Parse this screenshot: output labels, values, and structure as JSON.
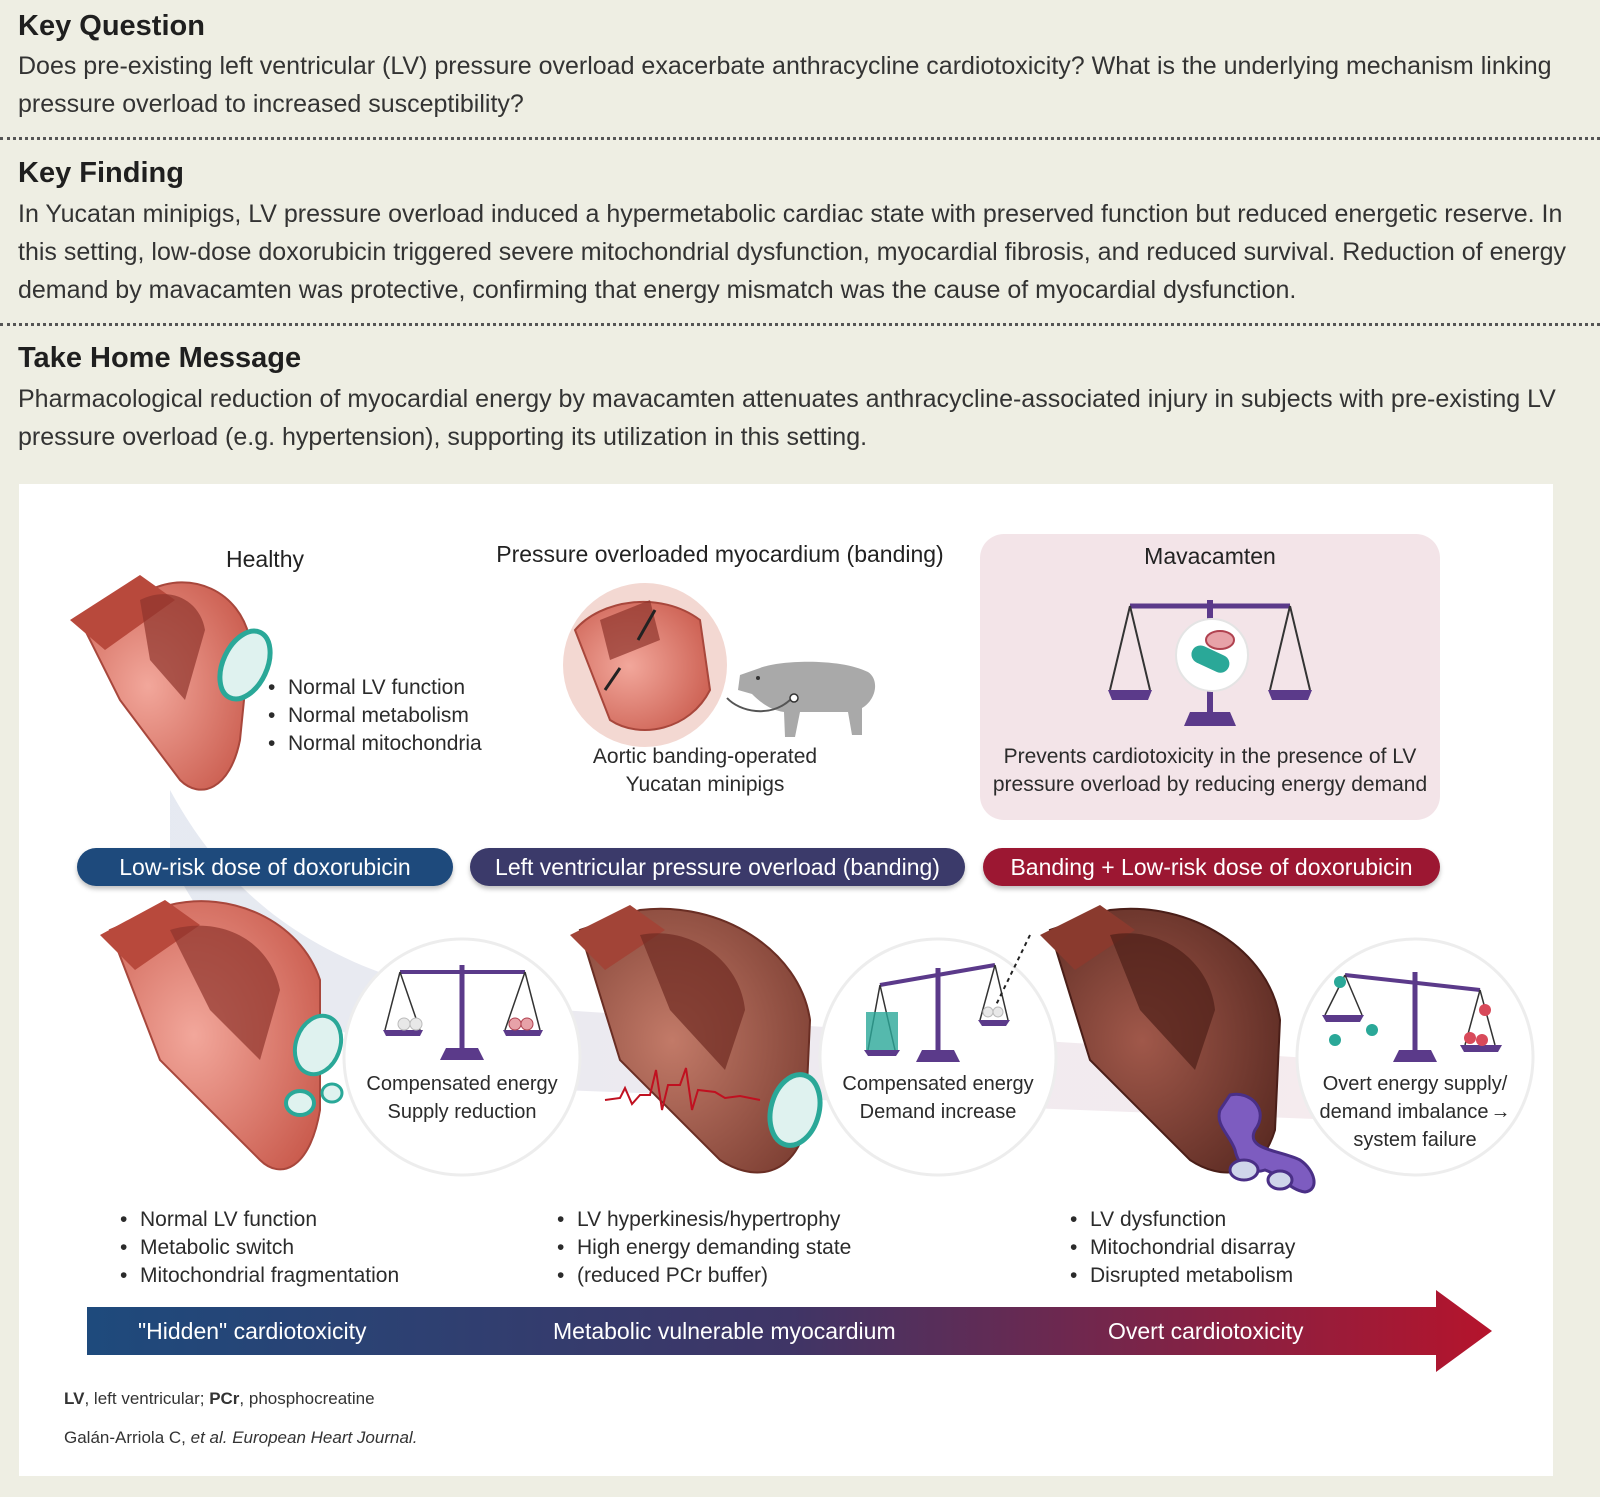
{
  "header": {
    "key_question": {
      "title": "Key Question",
      "text": "Does pre-existing left ventricular (LV) pressure overload exacerbate anthracycline cardiotoxicity? What is the underlying mechanism linking pressure overload to increased susceptibility?"
    },
    "key_finding": {
      "title": "Key Finding",
      "text": "In Yucatan minipigs, LV pressure overload induced a hypermetabolic cardiac state with preserved function but reduced energetic reserve. In this setting, low-dose doxorubicin triggered severe mitochondrial dysfunction, myocardial fibrosis, and reduced survival. Reduction of energy demand by mavacamten was protective, confirming that energy mismatch was the cause of myocardial dysfunction."
    },
    "take_home": {
      "title": "Take Home Message",
      "text": "Pharmacological reduction of myocardial energy by mavacamten attenuates anthracycline-associated injury in subjects with pre-existing LV pressure overload (e.g. hypertension), supporting its utilization in this setting."
    }
  },
  "diagram": {
    "healthy": {
      "title": "Healthy",
      "bullets": [
        "Normal LV function",
        "Normal metabolism",
        "Normal mitochondria"
      ]
    },
    "banding": {
      "title": "Pressure overloaded myocardium (banding)",
      "caption_line1": "Aortic banding-operated",
      "caption_line2": "Yucatan minipigs"
    },
    "mavacamten": {
      "title": "Mavacamten",
      "caption_line1": "Prevents cardiotoxicity in the presence of LV",
      "caption_line2": "pressure overload by reducing energy demand"
    },
    "pills": [
      {
        "label": "Low-risk dose of doxorubicin",
        "color": "#1e4a7c"
      },
      {
        "label": "Left ventricular pressure overload (banding)",
        "color": "#3b3a6a"
      },
      {
        "label": "Banding + Low-risk dose of doxorubicin",
        "color": "#9c1732"
      }
    ],
    "scales": [
      {
        "line1": "Compensated energy",
        "line2": "Supply reduction"
      },
      {
        "line1": "Compensated energy",
        "line2": "Demand increase"
      },
      {
        "line1": "Overt energy supply/",
        "line2": "demand imbalance",
        "arrow": "→",
        "line3": "system failure"
      }
    ],
    "bottom_bullets": [
      [
        "Normal LV function",
        "Metabolic switch",
        "Mitochondrial fragmentation"
      ],
      [
        "LV hyperkinesis/hypertrophy",
        "High energy demanding state",
        "(reduced PCr buffer)"
      ],
      [
        "LV dysfunction",
        "Mitochondrial disarray",
        "Disrupted metabolism"
      ]
    ],
    "arrow_labels": [
      "\"Hidden\" cardiotoxicity",
      "Metabolic vulnerable myocardium",
      "Overt cardiotoxicity"
    ],
    "colors": {
      "heart_light": "#e8837a",
      "heart_dark": "#7a3a2a",
      "mito": "#2aa898",
      "scale_purple": "#5b3a8a",
      "arrow_start": "#1e4a7c",
      "arrow_end": "#b5142c",
      "mavacamten_box": "#f3e4e8"
    }
  },
  "footer": {
    "abbr_lv": "LV",
    "abbr_lv_text": ", left ventricular; ",
    "abbr_pcr": "PCr",
    "abbr_pcr_text": ", phosphocreatine",
    "citation_authors": "Galán-Arriola C, ",
    "citation_journal": "et al. European Heart Journal."
  }
}
